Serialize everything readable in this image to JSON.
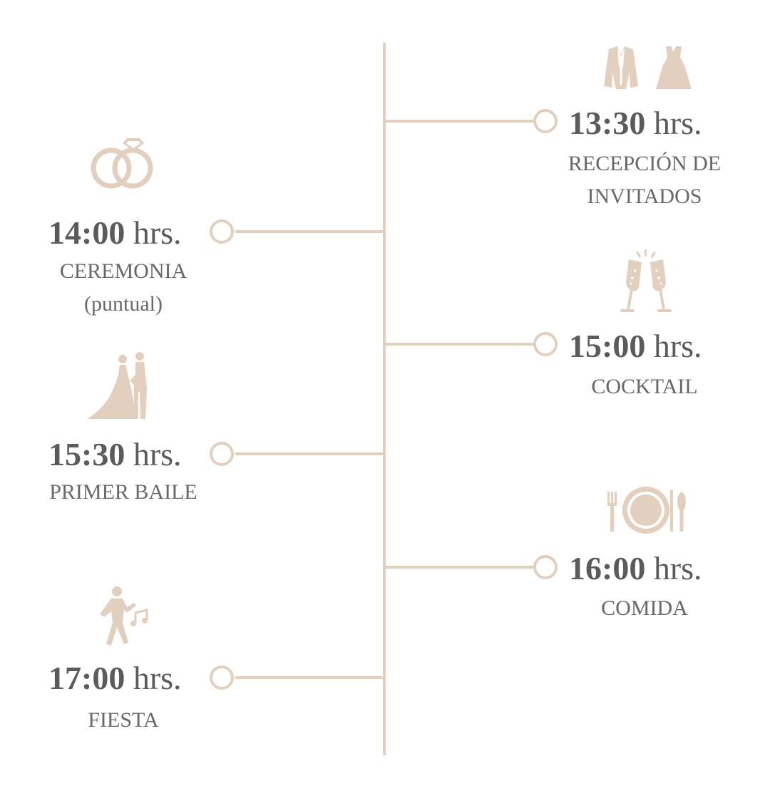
{
  "accent_color": "#e2cfbd",
  "text_color": "#5b5b5b",
  "timeline": {
    "events": [
      {
        "time": "13:30",
        "unit": "hrs.",
        "label_lines": [
          "RECEPCIÓN DE",
          "INVITADOS"
        ],
        "icon": "suit-and-dress-icon",
        "side": "right"
      },
      {
        "time": "14:00",
        "unit": "hrs.",
        "label_lines": [
          "CEREMONIA",
          "(puntual)"
        ],
        "icon": "wedding-rings-icon",
        "side": "left"
      },
      {
        "time": "15:00",
        "unit": "hrs.",
        "label_lines": [
          "COCKTAIL"
        ],
        "icon": "champagne-toast-icon",
        "side": "right"
      },
      {
        "time": "15:30",
        "unit": "hrs.",
        "label_lines": [
          "PRIMER BAILE"
        ],
        "icon": "dancing-couple-icon",
        "side": "left"
      },
      {
        "time": "16:00",
        "unit": "hrs.",
        "label_lines": [
          "COMIDA"
        ],
        "icon": "plate-and-cutlery-icon",
        "side": "right"
      },
      {
        "time": "17:00",
        "unit": "hrs.",
        "label_lines": [
          "FIESTA"
        ],
        "icon": "dancer-with-music-icon",
        "side": "left"
      }
    ]
  }
}
